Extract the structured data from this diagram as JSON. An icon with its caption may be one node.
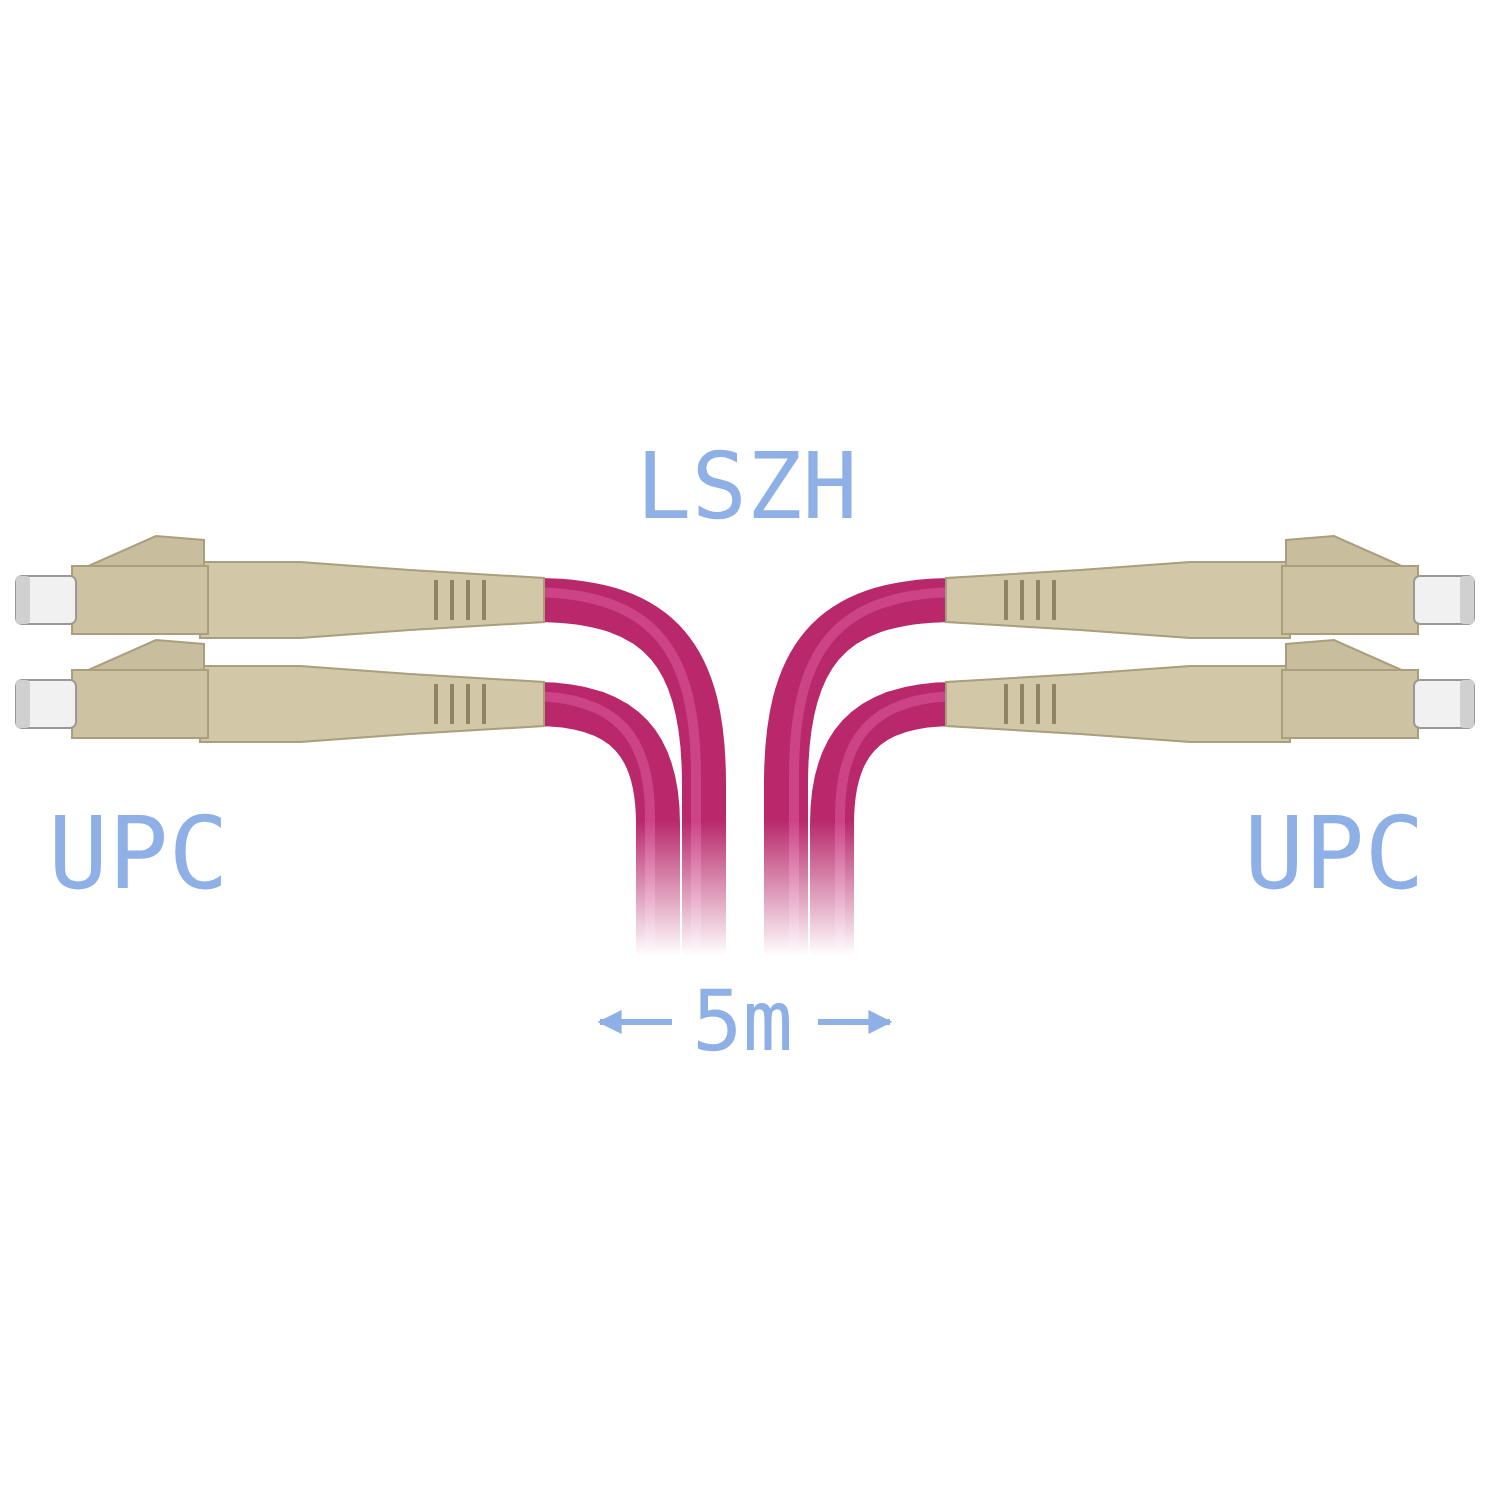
{
  "diagram": {
    "labels": [
      "LSZH",
      "UPC",
      "UPC",
      "5m"
    ]
  }
}
